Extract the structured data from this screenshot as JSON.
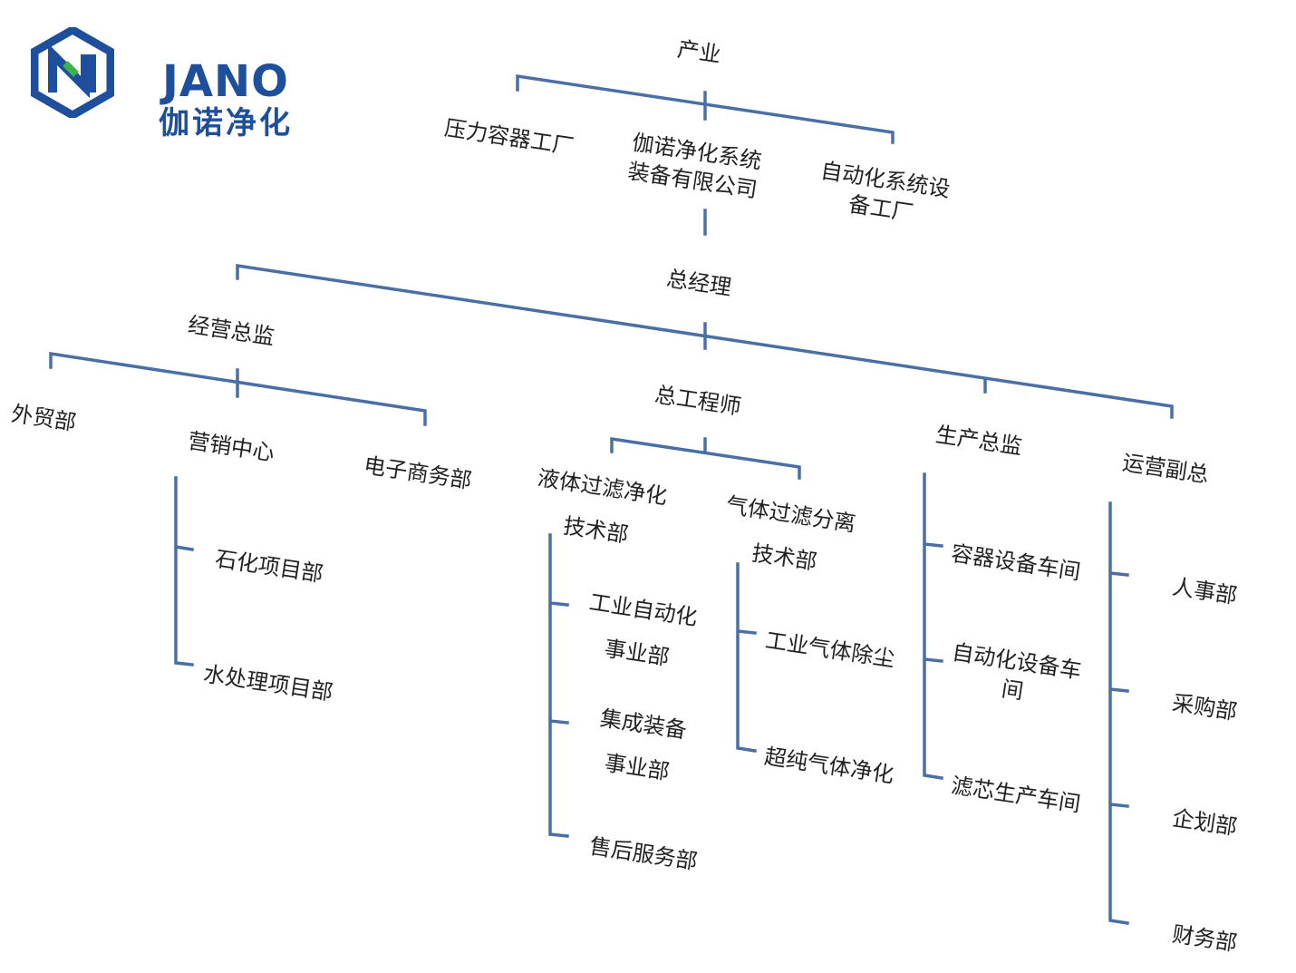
{
  "brand": {
    "name_en": "JANO",
    "name_cn": "伽诺净化",
    "color_primary": "#1d4f9c",
    "color_accent": "#3db34a"
  },
  "line_color": "#4a6fa5",
  "org": {
    "industry": {
      "label": "产业",
      "units": [
        "压力容器工厂",
        "伽诺净化系统\n装备有限公司",
        "自动化系统设\n备工厂"
      ]
    },
    "gm": "总经理",
    "business_director": {
      "label": "经营总监",
      "departments": [
        "外贸部",
        "营销中心",
        "电子商务部"
      ],
      "marketing_projects": [
        "石化项目部",
        "水处理项目部"
      ]
    },
    "chief_engineer": {
      "label": "总工程师",
      "liquid_dept": {
        "label": "液体过滤净化\n技术部",
        "children": [
          "工业自动化\n事业部",
          "集成装备\n事业部",
          "售后服务部"
        ]
      },
      "gas_dept": {
        "label": "气体过滤分离\n技术部",
        "children": [
          "工业气体除尘",
          "超纯气体净化"
        ]
      }
    },
    "production_director": {
      "label": "生产总监",
      "workshops": [
        "容器设备车间",
        "自动化设备车\n间",
        "滤芯生产车间"
      ]
    },
    "operations_vp": {
      "label": "运营副总",
      "departments": [
        "人事部",
        "采购部",
        "企划部",
        "财务部"
      ]
    }
  }
}
